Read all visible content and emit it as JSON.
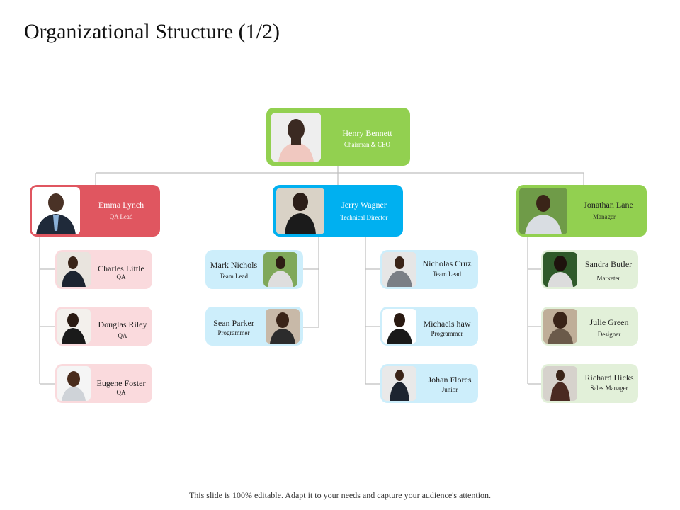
{
  "title": "Organizational Structure (1/2)",
  "footer": "This slide is 100% editable.  Adapt  it to your needs  and capture  your audience's  attention.",
  "colors": {
    "green": "#92d050",
    "red": "#e05660",
    "blue": "#00b0f0",
    "pink_light": "#fadadd",
    "blue_light": "#cdeefb",
    "green_light": "#e2f0d9",
    "line": "#bfbfbf"
  },
  "ceo": {
    "name": "Henry Bennett",
    "role": "Chairman & CEO"
  },
  "heads": [
    {
      "name": "Emma Lynch",
      "role": "QA Lead"
    },
    {
      "name": "Jerry Wagner",
      "role": "Technical Director"
    },
    {
      "name": "Jonathan Lane",
      "role": "Manager"
    }
  ],
  "qa_team": [
    {
      "name": "Charles Little",
      "role": "QA"
    },
    {
      "name": "Douglas Riley",
      "role": "QA"
    },
    {
      "name": "Eugene  Foster",
      "role": "QA"
    }
  ],
  "tech_left": [
    {
      "name": "Mark Nichols",
      "role": "Team Lead"
    },
    {
      "name": "Sean Parker",
      "role": "Programmer"
    }
  ],
  "tech_right": [
    {
      "name": "Nicholas Cruz",
      "role": "Team Lead"
    },
    {
      "name": "Michaels haw",
      "role": "Programmer"
    },
    {
      "name": "Johan Flores",
      "role": "Junior"
    }
  ],
  "mgmt_team": [
    {
      "name": "Sandra Butler",
      "role": "Marketer"
    },
    {
      "name": "Julie Green",
      "role": "Designer"
    },
    {
      "name": "Richard Hicks",
      "role": "Sales Manager"
    }
  ]
}
